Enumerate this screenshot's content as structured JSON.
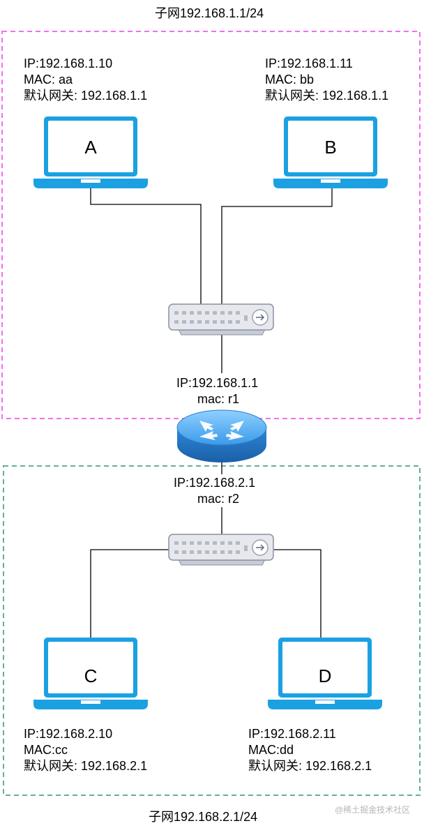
{
  "subnet1": {
    "title": "子网192.168.1.1/24",
    "border_color": "#f06ff0",
    "pc_a": {
      "name": "A",
      "ip": "IP:192.168.1.10",
      "mac": "MAC: aa",
      "gateway": "默认网关: 192.168.1.1"
    },
    "pc_b": {
      "name": "B",
      "ip": "IP:192.168.1.11",
      "mac": "MAC: bb",
      "gateway": "默认网关: 192.168.1.1"
    },
    "router_port": {
      "ip": "IP:192.168.1.1",
      "mac": "mac: r1"
    }
  },
  "subnet2": {
    "title": "子网192.168.2.1/24",
    "border_color": "#67ab9f",
    "pc_c": {
      "name": "C",
      "ip": "IP:192.168.2.10",
      "mac": "MAC:cc",
      "gateway": "默认网关: 192.168.2.1"
    },
    "pc_d": {
      "name": "D",
      "ip": "IP:192.168.2.11",
      "mac": "MAC:dd",
      "gateway": "默认网关: 192.168.2.1"
    },
    "router_port": {
      "ip": "IP:192.168.2.1",
      "mac": "mac: r2"
    }
  },
  "colors": {
    "laptop": "#1ba1e2",
    "router": "#2e86d6",
    "switch_body": "#e6e8ee",
    "line": "#000000"
  },
  "watermark": "@稀土掘金技术社区"
}
